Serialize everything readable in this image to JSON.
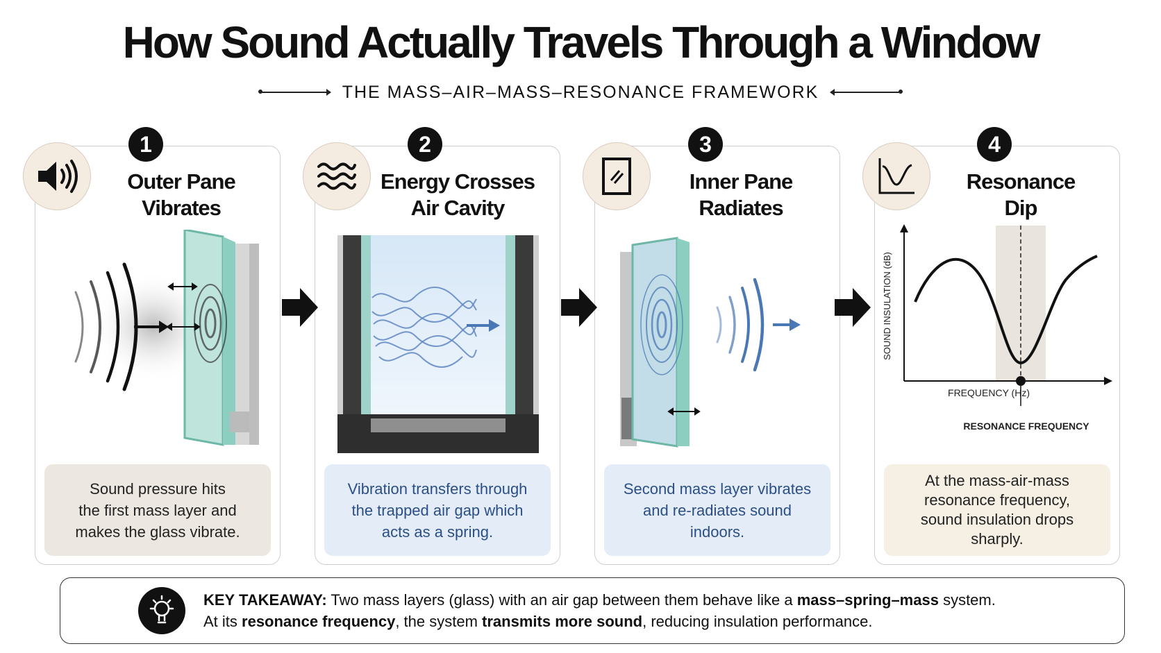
{
  "title": "How Sound Actually Travels Through a Window",
  "subtitle": "THE MASS–AIR–MASS–RESONANCE FRAMEWORK",
  "steps": [
    {
      "number": "1",
      "icon": "speaker-icon",
      "title_line1": "Outer Pane",
      "title_line2": "Vibrates",
      "desc_line1": "Sound pressure hits",
      "desc_line2": "the first mass layer and",
      "desc_line3": "makes the glass vibrate."
    },
    {
      "number": "2",
      "icon": "waves-icon",
      "title_line1": "Energy Crosses",
      "title_line2": "Air Cavity",
      "desc_line1": "Vibration transfers through",
      "desc_line2": "the trapped air gap which",
      "desc_line3": "acts as a spring."
    },
    {
      "number": "3",
      "icon": "glass-pane-icon",
      "title_line1": "Inner Pane",
      "title_line2": "Radiates",
      "desc_line1": "Second mass layer vibrates",
      "desc_line2": "and re-radiates sound",
      "desc_line3": "indoors."
    },
    {
      "number": "4",
      "icon": "dip-curve-icon",
      "title_line1": "Resonance",
      "title_line2": "Dip",
      "desc_line1": "At the mass-air-mass",
      "desc_line2": "resonance frequency,",
      "desc_line3": "sound insulation drops",
      "desc_line4": "sharply."
    }
  ],
  "graph": {
    "ylabel": "SOUND INSULATION (dB)",
    "xlabel": "FREQUENCY (Hz)",
    "marker_label": "RESONANCE FREQUENCY"
  },
  "takeaway": {
    "label": "KEY TAKEAWAY:",
    "line1_a": " Two mass layers (glass) with an air gap between them behave like a ",
    "line1_b": "mass–spring–mass",
    "line1_c": " system.",
    "line2_a": "At its ",
    "line2_b": "resonance frequency",
    "line2_c": ", the system ",
    "line2_d": "transmits more sound",
    "line2_e": ", reducing insulation performance."
  },
  "colors": {
    "accent_blue": "#4a78b5",
    "glass": "#9fd3c9",
    "icon_bg": "#f4ebe1",
    "resonance_band": "#e9e5de"
  }
}
